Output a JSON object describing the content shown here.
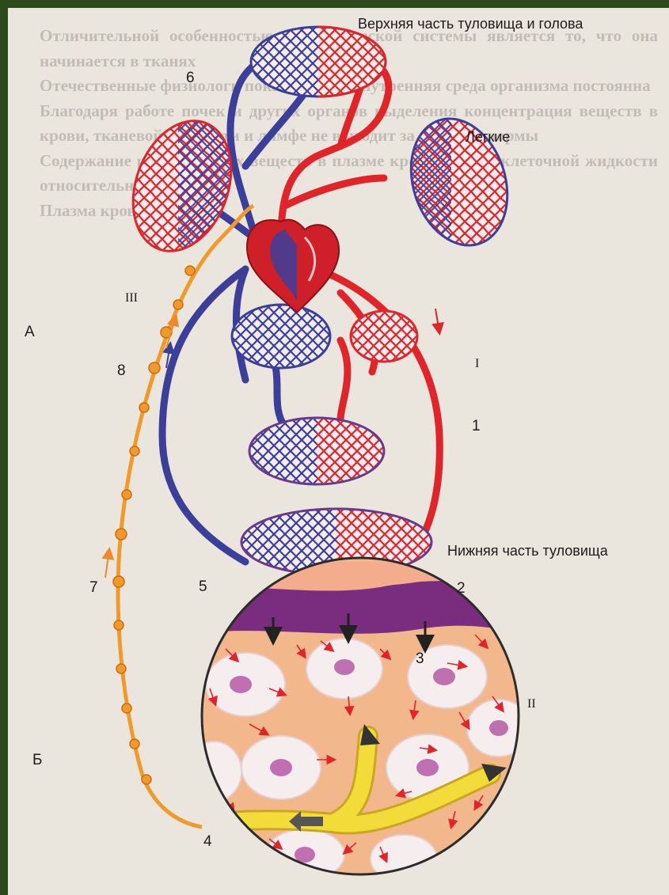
{
  "labels": {
    "upper_body_head": "Верхняя часть туловища и голова",
    "lungs": "Легкие",
    "lower_body": "Нижняя часть туловища"
  },
  "numbers": {
    "n1": "1",
    "n2": "2",
    "n3": "3",
    "n4": "4",
    "n5": "5",
    "n6": "6",
    "n7": "7",
    "n8": "8"
  },
  "letters": {
    "a": "А",
    "b": "Б"
  },
  "roman": {
    "r1": "I",
    "r2": "II",
    "r3": "III"
  },
  "colors": {
    "artery": "#e0242a",
    "vein": "#3b3f9a",
    "lymph": "#f09a2a",
    "tissue": "#f2b88c",
    "capillary_wall": "#7a2c7e",
    "lymph_vessel": "#f3dc3a"
  },
  "background_text": [
    "Отличительной особенностью лимфатической системы является то, что она начинается в тканях",
    "Отечественные физиологи показали, что внутренняя среда организма постоянна",
    "Благодаря работе почек и других органов выделения концентрация веществ в крови, тканевой жидкости и лимфе не выходит за пределы нормы",
    "Содержание растворенных веществ в плазме крови и в межклеточной жидкости относительно постоянно",
    "Плазма крови"
  ]
}
